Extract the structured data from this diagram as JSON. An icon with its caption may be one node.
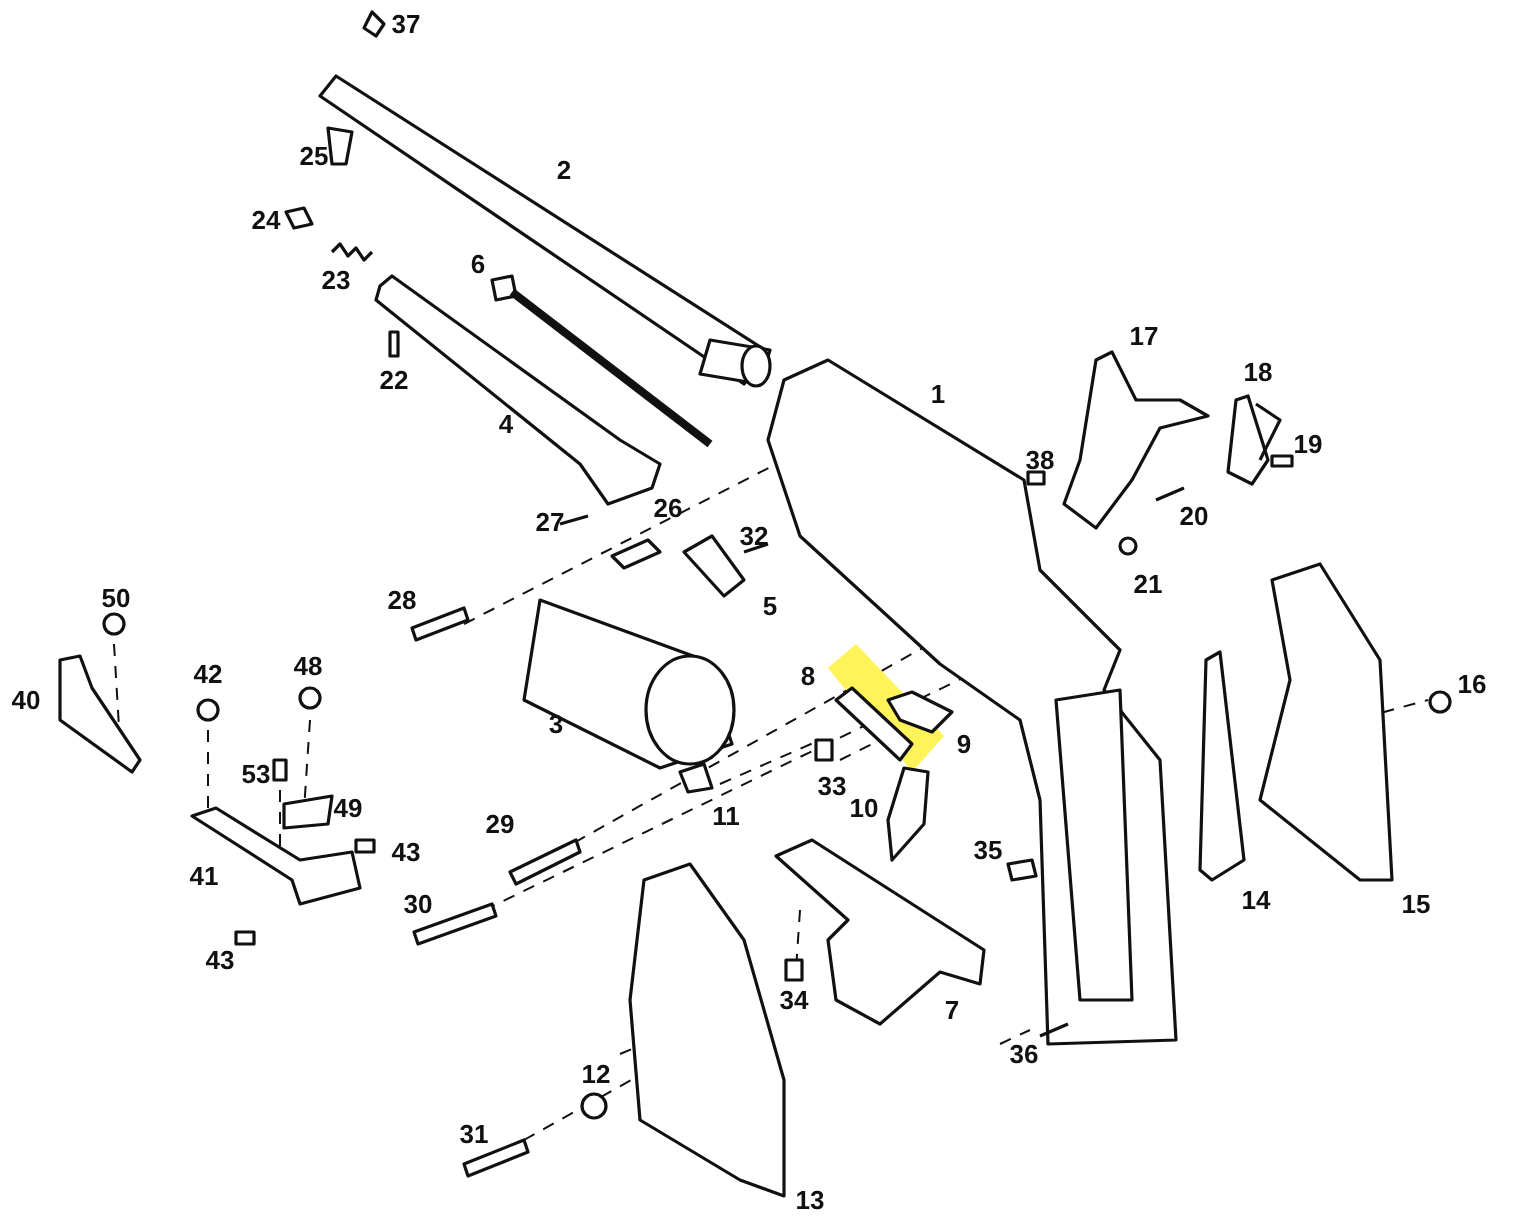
{
  "diagram": {
    "labels": [
      "37",
      "25",
      "2",
      "24",
      "6",
      "23",
      "17",
      "22",
      "1",
      "18",
      "4",
      "19",
      "38",
      "20",
      "27",
      "26",
      "32",
      "21",
      "50",
      "5",
      "28",
      "48",
      "16",
      "42",
      "8",
      "40",
      "3",
      "9",
      "53",
      "33",
      "10",
      "49",
      "11",
      "29",
      "35",
      "43",
      "14",
      "41",
      "15",
      "30",
      "43",
      "34",
      "7",
      "36",
      "12",
      "31",
      "13"
    ]
  }
}
